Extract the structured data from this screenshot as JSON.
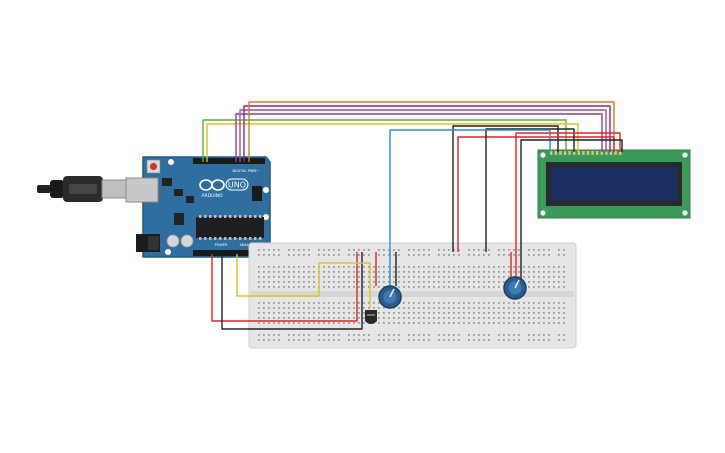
{
  "arduino": {
    "brand": "ARDUINO",
    "model": "UNO",
    "header_digital": "DIGITAL PWM~",
    "header_power": "POWER",
    "header_analog": "ANALOG IN"
  },
  "colors": {
    "board": "#2f6f9f",
    "board_dark": "#1f5a86",
    "breadboard": "#e6e6e6",
    "lcd_pcb": "#3a9a5a",
    "lcd_screen": "#1c2f63",
    "wire_red": "#d8262b",
    "wire_black": "#222222",
    "wire_blue": "#2a8fcf",
    "wire_yellow": "#e2c21a",
    "wire_green": "#58b22e",
    "wire_purple": "#8a3fa0",
    "wire_orange": "#e07a1a",
    "wire_pink": "#b04a8a"
  },
  "components": [
    {
      "name": "arduino-uno",
      "icon": "microcontroller-board"
    },
    {
      "name": "usb-cable",
      "icon": "usb-plug"
    },
    {
      "name": "breadboard",
      "icon": "breadboard"
    },
    {
      "name": "lcd-16x2",
      "icon": "lcd-display"
    },
    {
      "name": "potentiometer",
      "icon": "knob"
    },
    {
      "name": "potentiometer",
      "icon": "knob"
    },
    {
      "name": "temperature-sensor",
      "icon": "to92-transistor"
    }
  ]
}
